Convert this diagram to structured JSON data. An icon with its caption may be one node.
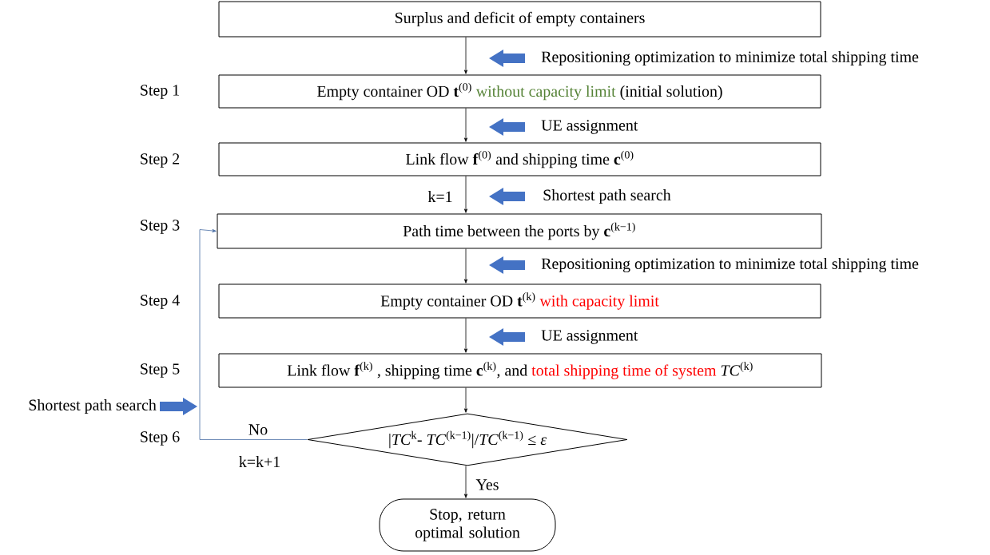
{
  "diagram": {
    "nodes": [
      {
        "text": [
          "Surplus and deficit of empty containers"
        ]
      },
      {
        "text": [
          "Empty container OD **t**$^{(0)}$",
          "without capacity limit",
          "(initial solution)"
        ]
      },
      {
        "text": [
          "Link flow **f**$^{(0)}$ and shipping time **c**$^{(0)}$"
        ]
      },
      {
        "text": [
          "Path time between the ports by **c**$^{(k−1)}$"
        ]
      },
      {
        "text": [
          "Empty container OD **t**$^{(k)}$",
          "with capacity limit"
        ]
      },
      {
        "text": [
          "Link flow **f**$^{(k)}$ , shipping time **c**$^{(k)}$, and",
          "total shipping time of system",
          "*TC*$^{(k)}$"
        ]
      },
      {
        "text": [
          "|*TC*$^{k}$- *TC*$^{(k−1)}$|/*TC*$^{(k−1)}$ ≤ *ε*"
        ]
      },
      {
        "text": [
          "Stop, return optimal solution"
        ]
      }
    ],
    "edges": [
      {
        "from": 0,
        "to": 1,
        "arrow": "to"
      },
      {
        "from": 1,
        "to": 2,
        "arrow": "to"
      },
      {
        "from": 2,
        "to": 3,
        "arrow": "to"
      },
      {
        "from": 3,
        "to": 4,
        "arrow": "to"
      },
      {
        "from": 4,
        "to": 5,
        "arrow": "to"
      },
      {
        "from": 5,
        "to": 6,
        "arrow": "to"
      },
      {
        "from": 6,
        "to": 7,
        "arrow": "to",
        "label": "Yes"
      },
      {
        "from": 6,
        "to": 3,
        "arrow": "to",
        "label": "No",
        "color": "#4a6fa5"
      }
    ],
    "labels": [
      "Repositioning optimization to minimize total shipping time",
      "Step 1",
      "UE assignment",
      "Step 2",
      "k=1",
      "Shortest path search",
      "Step 3",
      "Repositioning optimization to minimize total shipping time",
      "Step 4",
      "UE assignment",
      "Step 5",
      "Shortest path search",
      "Step 6",
      "k=k+1"
    ]
  }
}
